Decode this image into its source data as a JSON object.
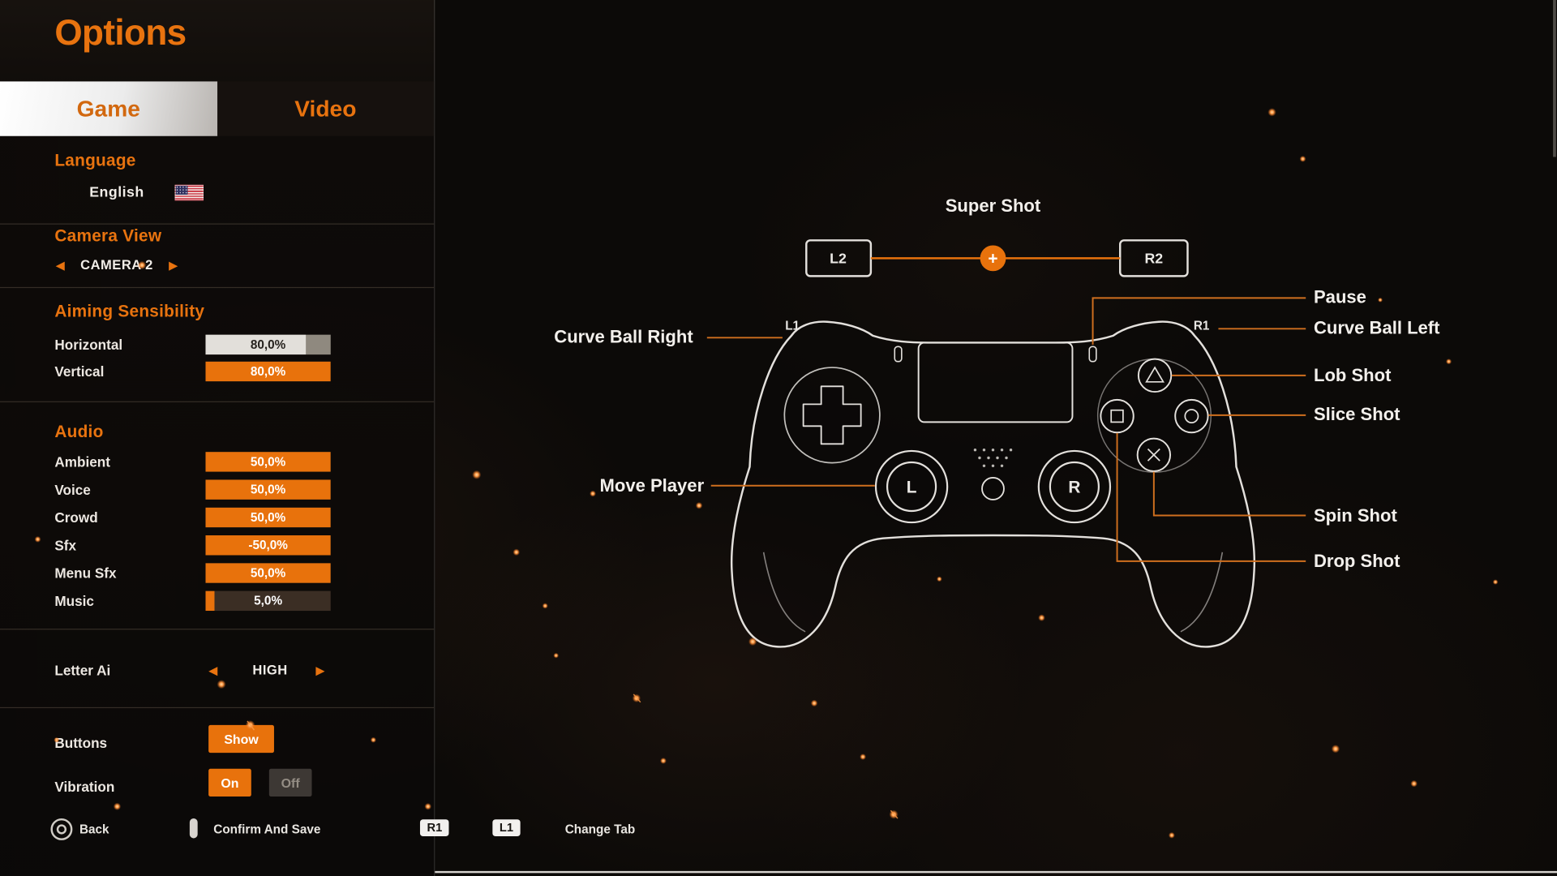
{
  "colors": {
    "accent": "#e8720c",
    "panel_bg": "#0e0b09",
    "text": "#f2efec",
    "line_orange": "#cf6f1e"
  },
  "header": {
    "title": "Options"
  },
  "tabs": [
    {
      "label": "Game",
      "active": true
    },
    {
      "label": "Video",
      "active": false
    }
  ],
  "language": {
    "heading": "Language",
    "value": "English",
    "flag_icon": "us-flag-icon"
  },
  "camera": {
    "heading": "Camera View",
    "value": "CAMERA 2",
    "prev_icon": "arrow-left-icon",
    "next_icon": "arrow-right-icon"
  },
  "aiming": {
    "heading": "Aiming Sensibility",
    "rows": [
      {
        "label": "Horizontal",
        "value": "80,0%",
        "fill": 80,
        "selected": true
      },
      {
        "label": "Vertical",
        "value": "80,0%",
        "fill": 100,
        "selected": false
      }
    ]
  },
  "audio": {
    "heading": "Audio",
    "rows": [
      {
        "label": "Ambient",
        "value": "50,0%",
        "fill": 100
      },
      {
        "label": "Voice",
        "value": "50,0%",
        "fill": 100
      },
      {
        "label": "Crowd",
        "value": "50,0%",
        "fill": 100
      },
      {
        "label": "Sfx",
        "value": "-50,0%",
        "fill": 100
      },
      {
        "label": "Menu Sfx",
        "value": "50,0%",
        "fill": 100
      },
      {
        "label": "Music",
        "value": "5,0%",
        "fill": 7
      }
    ]
  },
  "letter_ai": {
    "label": "Letter Ai",
    "value": "HIGH"
  },
  "buttons_row": {
    "label": "Buttons",
    "value": "Show"
  },
  "vibration": {
    "label": "Vibration",
    "on": "On",
    "off": "Off"
  },
  "footer": {
    "back_icon": "circle-button-icon",
    "back": "Back",
    "confirm_icon": "touchpad-press-icon",
    "confirm": "Confirm And Save",
    "r1_badge": "R1",
    "l1_badge": "L1",
    "change_tab": "Change Tab"
  },
  "controller": {
    "super_shot": "Super Shot",
    "l2_key": "L2",
    "r2_key": "R2",
    "plus": "+",
    "l1_label": "L1",
    "r1_label": "R1",
    "left_stick": "L",
    "right_stick": "R",
    "labels": {
      "curve_ball_right": "Curve Ball Right",
      "move_player": "Move Player",
      "pause": "Pause",
      "curve_ball_left": "Curve Ball Left",
      "lob_shot": "Lob Shot",
      "slice_shot": "Slice Shot",
      "spin_shot": "Spin Shot",
      "drop_shot": "Drop Shot"
    }
  }
}
